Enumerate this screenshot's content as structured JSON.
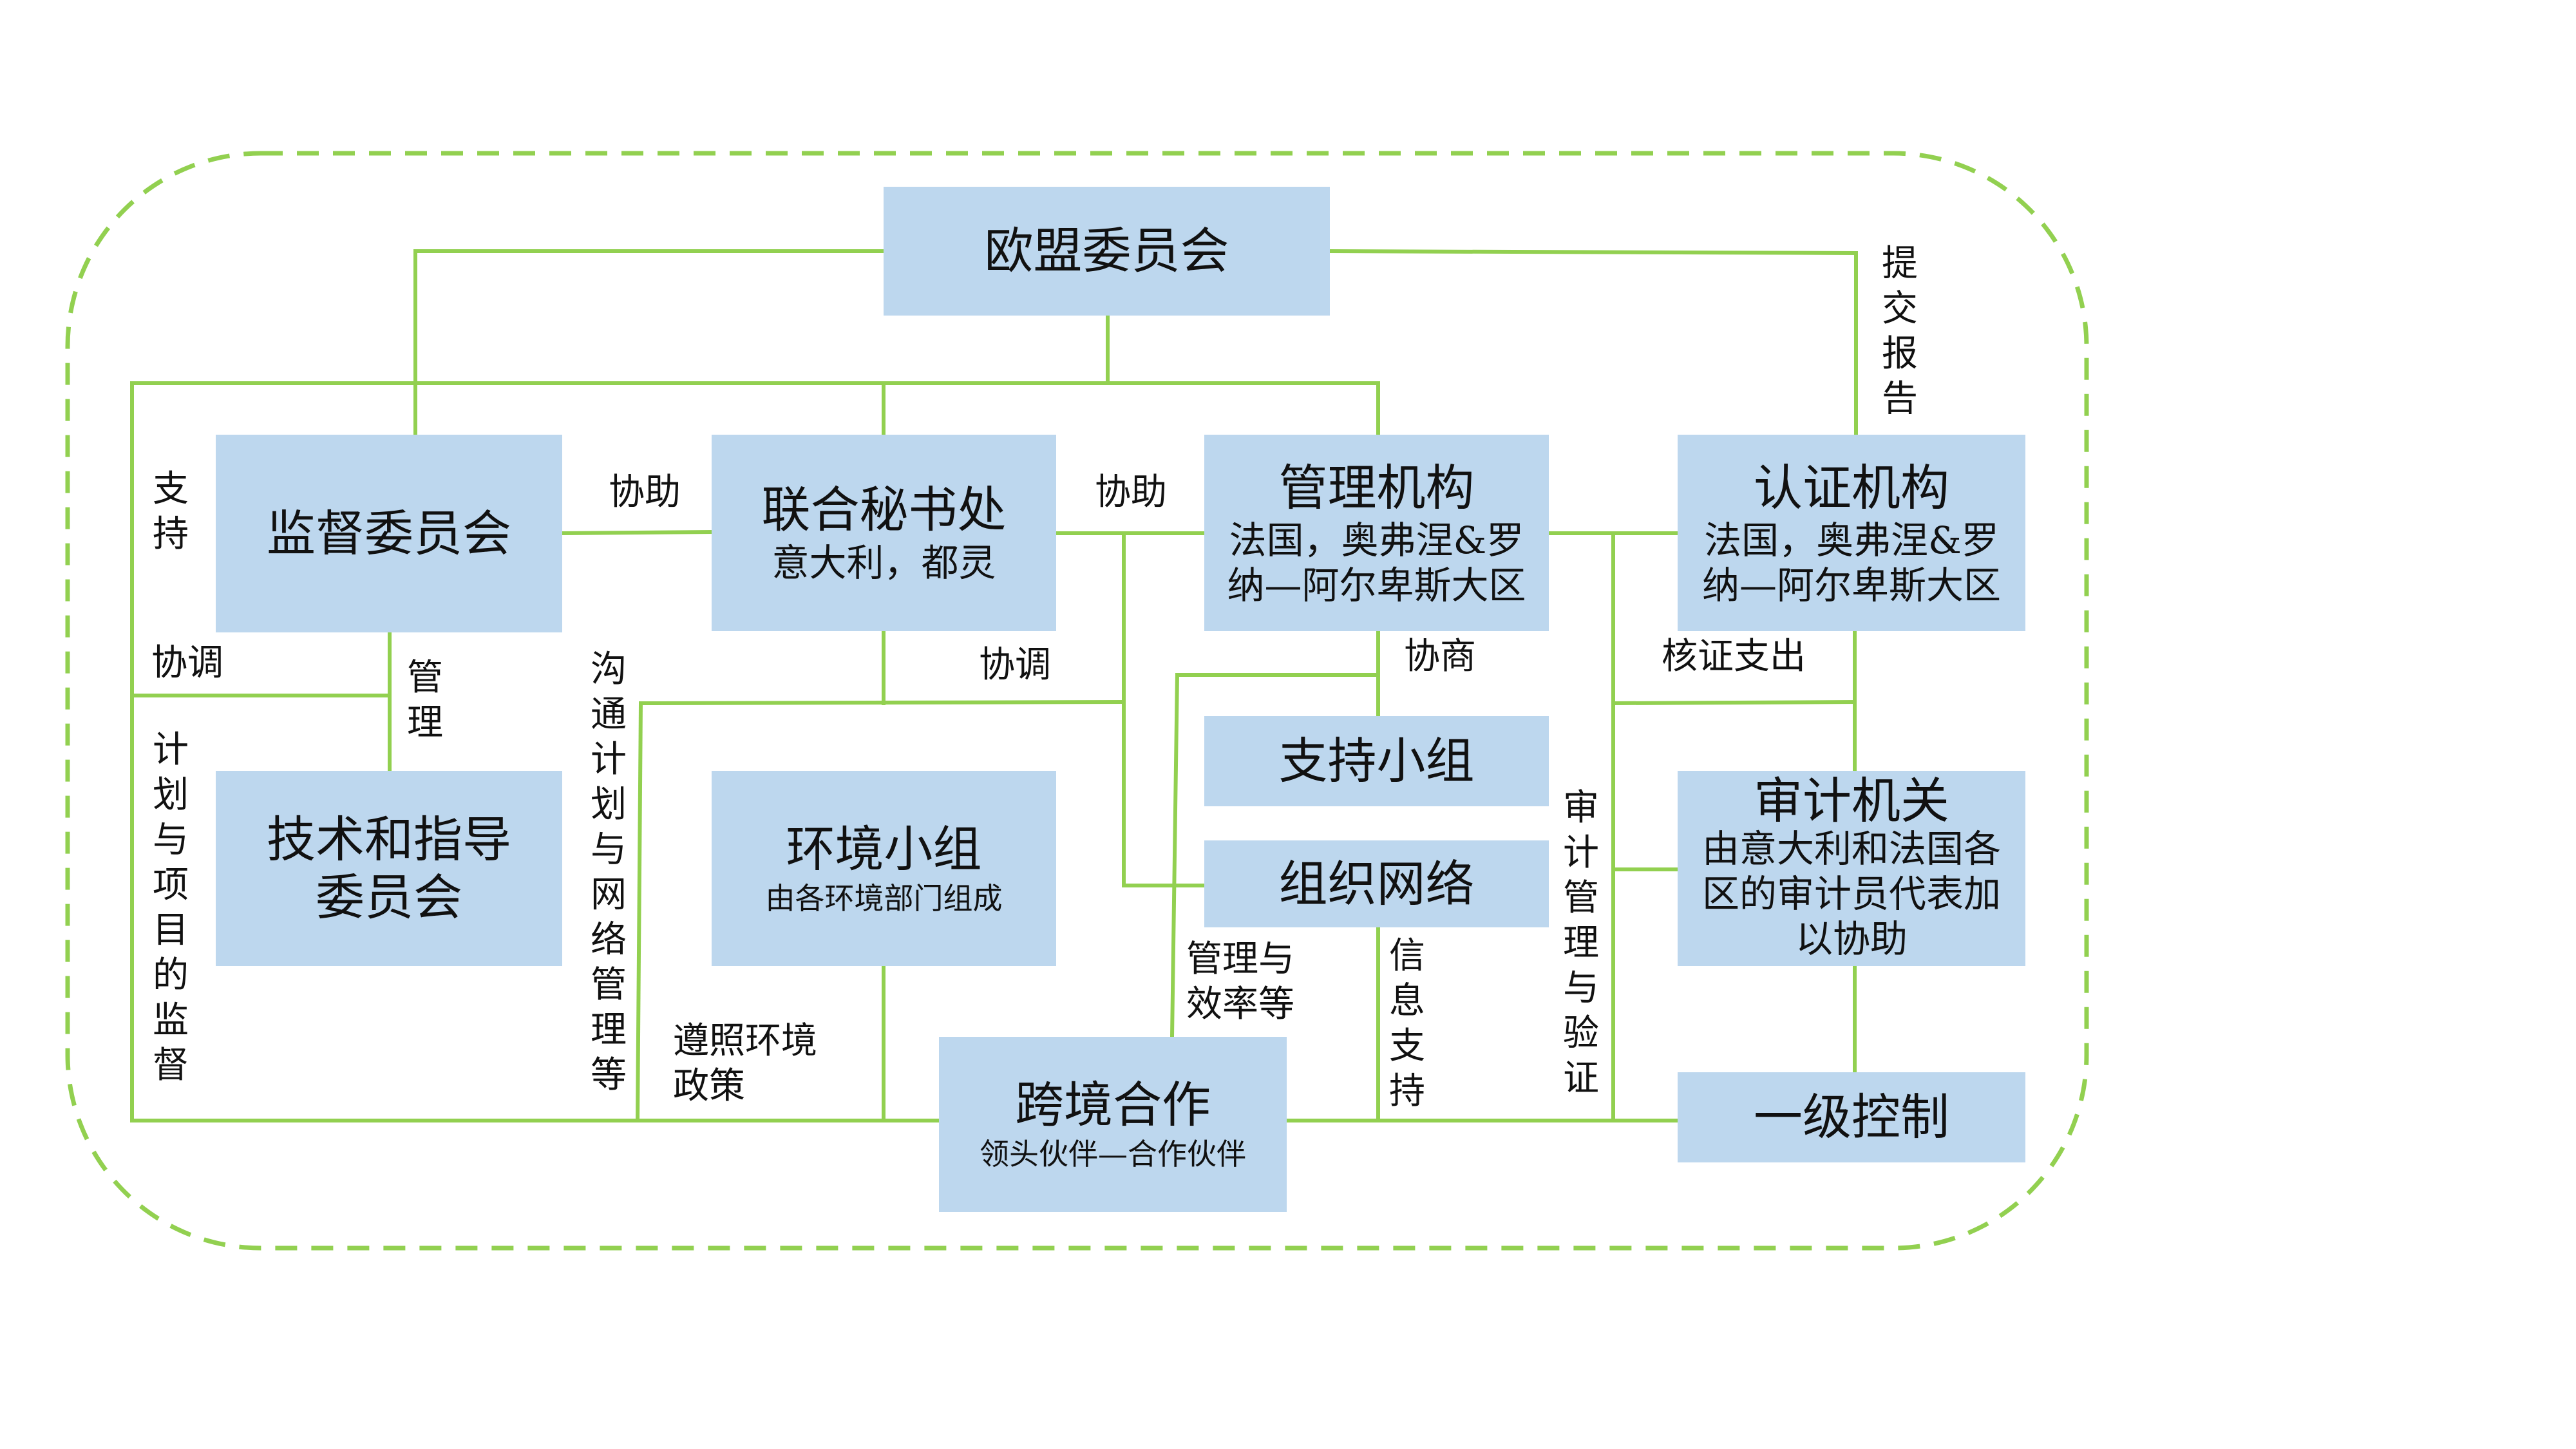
{
  "boxes": {
    "ec": {
      "title": "欧盟委员会"
    },
    "monitoring": {
      "title": "监督委员会"
    },
    "secretariat": {
      "title": "联合秘书处",
      "subtitle": "意大利，都灵"
    },
    "management": {
      "title": "管理机构",
      "subtitle": "法国，奥弗涅&罗纳—阿尔卑斯大区"
    },
    "certification": {
      "title": "认证机构",
      "subtitle": "法国，奥弗涅&罗纳—阿尔卑斯大区"
    },
    "technical": {
      "title": "技术和指导委员会"
    },
    "environment": {
      "title": "环境小组",
      "subtitle": "由各环境部门组成"
    },
    "support_group": {
      "title": "支持小组"
    },
    "network": {
      "title": "组织网络"
    },
    "audit": {
      "title": "审计机关",
      "subtitle": "由意大利和法国各区的审计员代表加以协助"
    },
    "first_level": {
      "title": "一级控制"
    },
    "crossborder": {
      "title": "跨境合作",
      "subtitle": "领头伙伴—合作伙伴"
    }
  },
  "labels": {
    "submit_report": "提交报告",
    "support": "支持",
    "assist_1": "协助",
    "assist_2": "协助",
    "coordinate_1": "协调",
    "coordinate_2": "协调",
    "manage": "管理",
    "consult": "协商",
    "verify_expenditure": "核证支出",
    "plan_supervision": "计划与项目的监督",
    "communication": "沟通计划与网络管理等",
    "env_policy": "遵照环境政策",
    "mgmt_efficiency": "管理与效率等",
    "info_support": "信息支持",
    "audit_verify": "审计管理与验证"
  },
  "colors": {
    "box_fill": "#bdd7ee",
    "connector": "#92d050",
    "frame_dash": "#92d050",
    "text": "#111111"
  }
}
